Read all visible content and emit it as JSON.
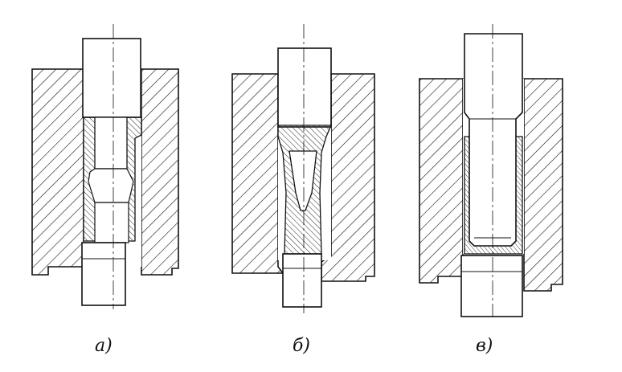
{
  "figure": {
    "captions": {
      "a": "a)",
      "b": "б)",
      "c": "в)"
    },
    "colors": {
      "ink": "#111111",
      "paper": "#ffffff"
    }
  }
}
